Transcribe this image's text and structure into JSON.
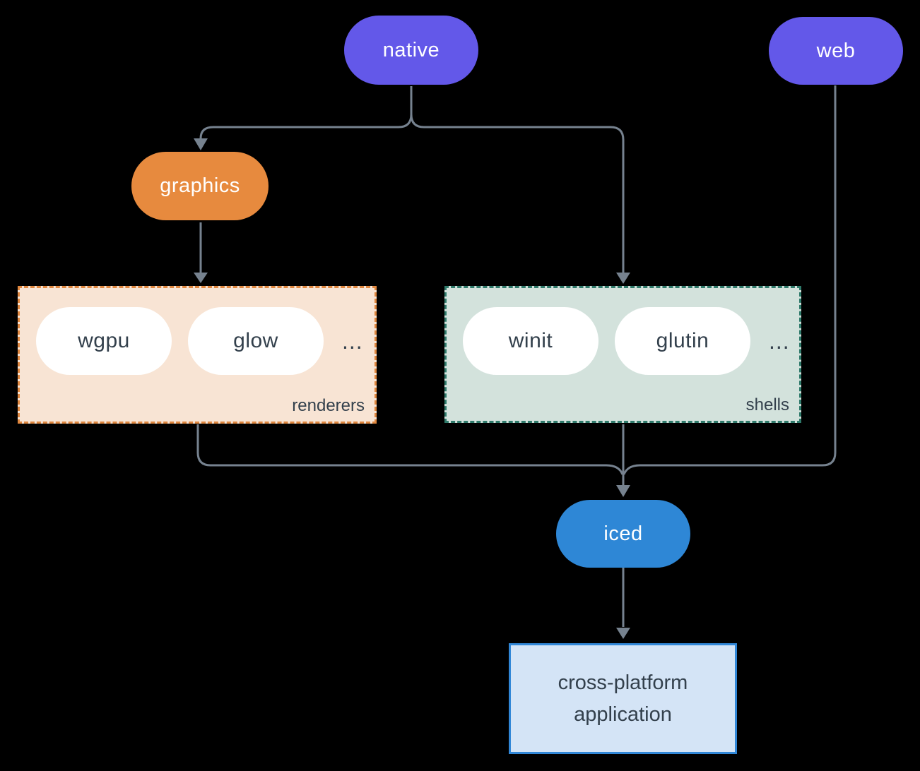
{
  "canvas": {
    "background": "#000000"
  },
  "colors": {
    "node_purple": "#6358E9",
    "node_orange": "#E78A3E",
    "node_blue": "#2E87D6",
    "pill_white": "#FFFFFF",
    "renderers_bg": "#F8E4D4",
    "renderers_border": "#E0873F",
    "shells_bg": "#D3E2DC",
    "shells_border": "#2F7A6B",
    "app_bg": "#D4E4F6",
    "app_border": "#3187D7",
    "connector": "#76828F",
    "dark_text": "#33404C",
    "light_text": "#FFFFFF"
  },
  "nodes": {
    "native": {
      "label": "native"
    },
    "web": {
      "label": "web"
    },
    "graphics": {
      "label": "graphics"
    },
    "iced": {
      "label": "iced"
    },
    "app": {
      "label": "cross-platform application"
    }
  },
  "groups": {
    "renderers": {
      "label": "renderers",
      "items": [
        "wgpu",
        "glow"
      ],
      "ellipsis": "..."
    },
    "shells": {
      "label": "shells",
      "items": [
        "winit",
        "glutin"
      ],
      "ellipsis": "..."
    }
  }
}
